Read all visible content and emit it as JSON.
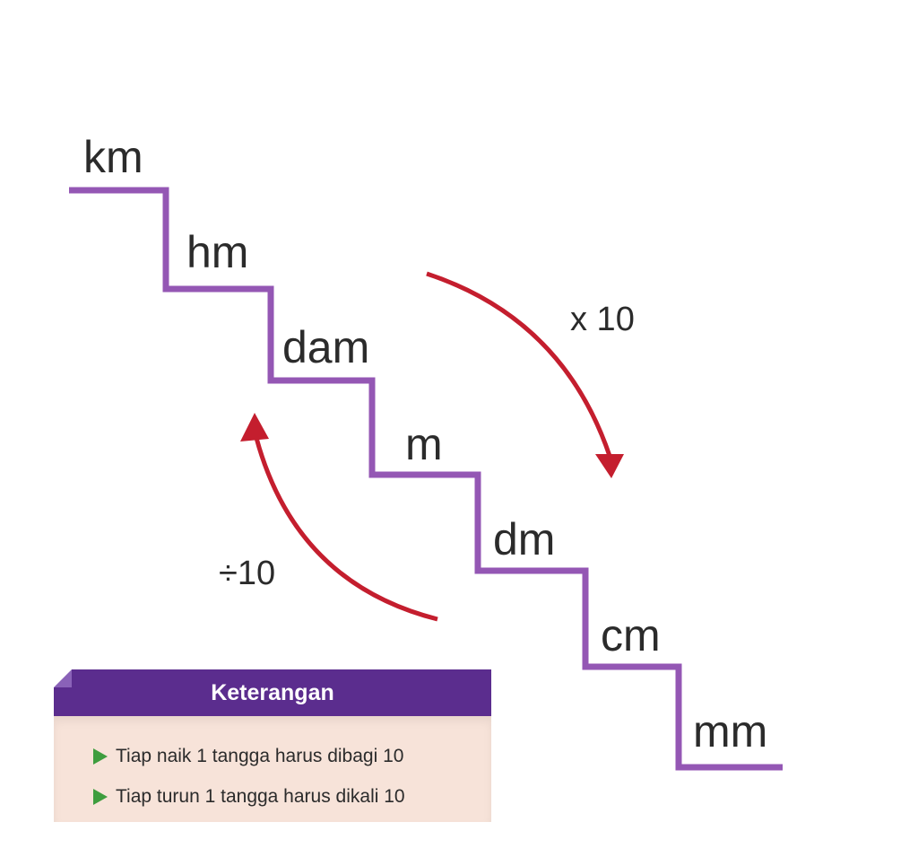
{
  "units": [
    "km",
    "hm",
    "dam",
    "m",
    "dm",
    "cm",
    "mm"
  ],
  "operations": {
    "down": "x 10",
    "up": "÷10"
  },
  "legend": {
    "title": "Keterangan",
    "items": [
      "Tiap naik 1 tangga harus dibagi 10",
      "Tiap turun 1 tangga harus dikali 10"
    ]
  },
  "colors": {
    "stair": "#9457b4",
    "arrow": "#c41e2e",
    "legend_header": "#5b2d8e",
    "legend_body": "#f7e3d9",
    "bullet": "#3e9d3e",
    "text": "#2b2b2b"
  }
}
